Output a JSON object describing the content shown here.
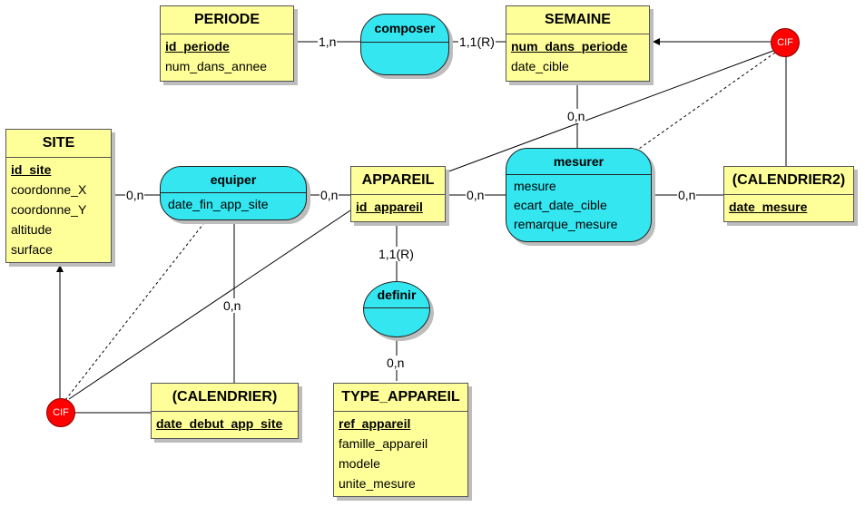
{
  "entities": {
    "periode": {
      "name": "PERIODE",
      "attrs": [
        "id_periode",
        "num_dans_annee"
      ]
    },
    "semaine": {
      "name": "SEMAINE",
      "attrs": [
        "num_dans_periode",
        "date_cible"
      ]
    },
    "site": {
      "name": "SITE",
      "attrs": [
        "id_site",
        "coordonne_X",
        "coordonne_Y",
        "altitude",
        "surface"
      ]
    },
    "appareil": {
      "name": "APPAREIL",
      "attrs": [
        "id_appareil"
      ]
    },
    "calendrier2": {
      "name": "(CALENDRIER2)",
      "attrs": [
        "date_mesure"
      ]
    },
    "calendrier": {
      "name": "(CALENDRIER)",
      "attrs": [
        "date_debut_app_site"
      ]
    },
    "type_appareil": {
      "name": "TYPE_APPAREIL",
      "attrs": [
        "ref_appareil",
        "famille_appareil",
        "modele",
        "unite_mesure"
      ]
    }
  },
  "associations": {
    "composer": {
      "name": "composer",
      "attrs": []
    },
    "equiper": {
      "name": "equiper",
      "attrs": [
        "date_fin_app_site"
      ]
    },
    "mesurer": {
      "name": "mesurer",
      "attrs": [
        "mesure",
        "ecart_date_cible",
        "remarque_mesure"
      ]
    },
    "definir": {
      "name": "definir",
      "attrs": []
    }
  },
  "cardinalities": {
    "periode_composer": "1,n",
    "semaine_composer": "1,1(R)",
    "semaine_mesurer": "0,n",
    "site_equiper": "0,n",
    "appareil_equiper": "0,n",
    "appareil_mesurer": "0,n",
    "calendrier2_mesurer": "0,n",
    "appareil_definir": "1,1(R)",
    "type_definir": "0,n",
    "calendrier_equiper": "0,n"
  },
  "cif": {
    "label": "CIF"
  },
  "colors": {
    "entity_fill": "#ffff99",
    "association_fill": "#33e6f0",
    "cif_fill": "#ff0000"
  }
}
